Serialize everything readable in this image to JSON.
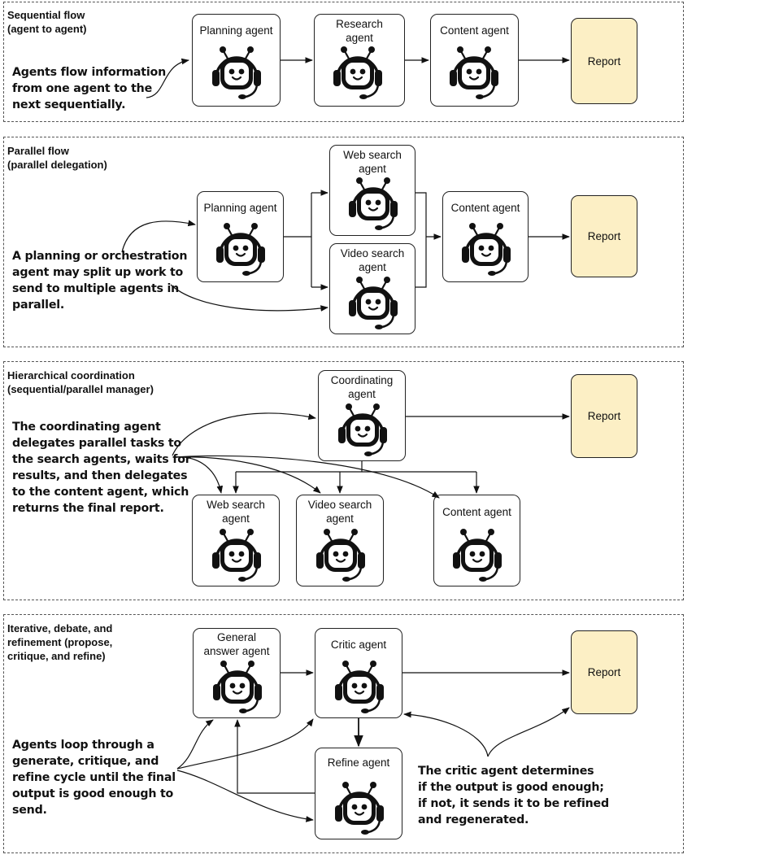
{
  "sections": {
    "sequential": {
      "title_line1": "Sequential flow",
      "title_line2": "(agent to agent)",
      "note": [
        "Agents flow information",
        "from one agent to the",
        "next sequentially."
      ],
      "agents": {
        "planning": "Planning agent",
        "research_l1": "Research",
        "research_l2": "agent",
        "content": "Content agent"
      },
      "report": "Report"
    },
    "parallel": {
      "title_line1": "Parallel flow",
      "title_line2": "(parallel delegation)",
      "note": [
        "A planning or orchestration",
        "agent may split up work to",
        "send to multiple agents in",
        "parallel."
      ],
      "agents": {
        "planning": "Planning agent",
        "web_l1": "Web search",
        "web_l2": "agent",
        "video_l1": "Video search",
        "video_l2": "agent",
        "content": "Content agent"
      },
      "report": "Report"
    },
    "hierarchical": {
      "title_line1": "Hierarchical coordination",
      "title_line2": "(sequential/parallel manager)",
      "note": [
        "The coordinating agent",
        "delegates parallel tasks to",
        "the search agents, waits for",
        "results, and then delegates",
        "to the content agent, which",
        "returns the final report."
      ],
      "agents": {
        "coord_l1": "Coordinating",
        "coord_l2": "agent",
        "web_l1": "Web search",
        "web_l2": "agent",
        "video_l1": "Video search",
        "video_l2": "agent",
        "content": "Content agent"
      },
      "report": "Report"
    },
    "iterative": {
      "title_lines": [
        "Iterative, debate, and",
        "refinement (propose,",
        "critique, and refine)"
      ],
      "note": [
        "Agents loop through a",
        "generate, critique, and",
        "refine cycle until the final",
        "output is good enough to",
        "send."
      ],
      "note2": [
        "The critic agent determines",
        "if the output is good enough;",
        "if not, it sends it to be refined",
        "and regenerated."
      ],
      "agents": {
        "general_l1": "General",
        "general_l2": "answer agent",
        "critic": "Critic agent",
        "refine": "Refine agent"
      },
      "report": "Report"
    }
  },
  "colors": {
    "report_fill": "#fcefc5",
    "border": "#222222",
    "robot_face": "#ffffff"
  }
}
